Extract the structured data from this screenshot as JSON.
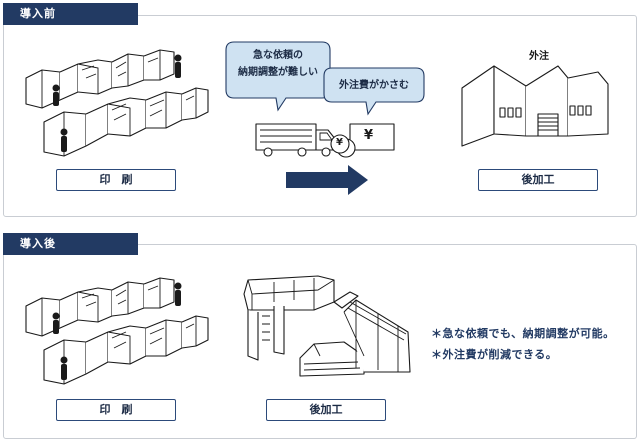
{
  "before": {
    "tab_label": "導入前",
    "print_label": "印　刷",
    "bubble_left_line1": "急な依頼の",
    "bubble_left_line2": "納期調整が難しい",
    "bubble_right": "外注費がかさむ",
    "yen_symbol": "¥",
    "outsource_label": "外注",
    "postprocess_label": "後加工"
  },
  "after": {
    "tab_label": "導入後",
    "print_label": "印　刷",
    "postprocess_label": "後加工",
    "note_line1": "＊急な依頼でも、納期調整が可能。",
    "note_line2": "＊外注費が削減できる。"
  },
  "colors": {
    "navy": "#223a63",
    "bubble_fill": "#cfe2f2",
    "panel_border": "#c9cdd3"
  }
}
